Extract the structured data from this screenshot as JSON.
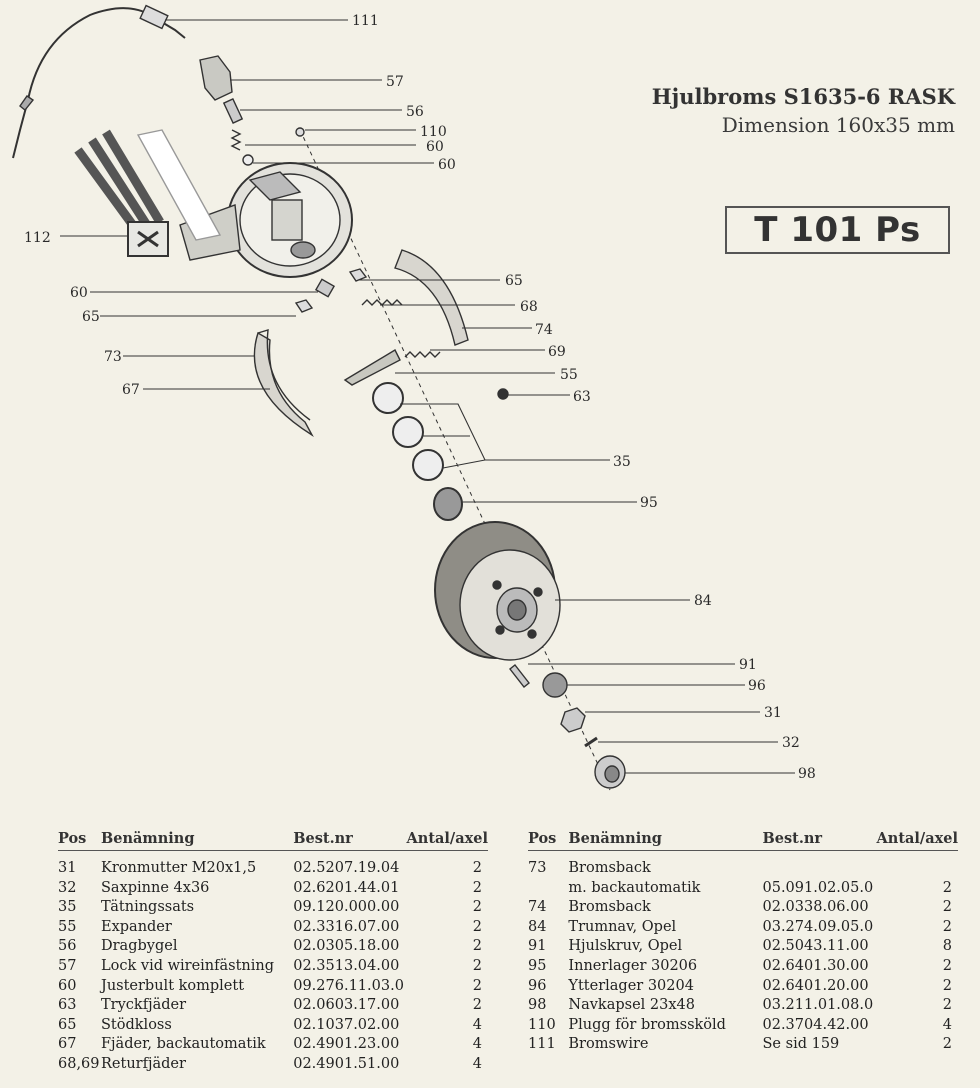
{
  "header": {
    "title": "Hjulbroms S1635-6 RASK",
    "subtitle": "Dimension 160x35 mm",
    "code": "T 101 Ps"
  },
  "diagram": {
    "callouts": {
      "c111": "111",
      "c57": "57",
      "c56": "56",
      "c110": "110",
      "c60a": "60",
      "c60b": "60",
      "c112": "112",
      "c65a": "65",
      "c60c": "60",
      "c68": "68",
      "c65b": "65",
      "c74": "74",
      "c73": "73",
      "c69": "69",
      "c55": "55",
      "c67": "67",
      "c63": "63",
      "c35": "35",
      "c95": "95",
      "c84": "84",
      "c91": "91",
      "c96": "96",
      "c31": "31",
      "c32": "32",
      "c98": "98"
    }
  },
  "parts_table": {
    "headers": {
      "pos": "Pos",
      "name": "Benämning",
      "nr": "Best.nr",
      "qty": "Antal/axel"
    },
    "left": [
      {
        "pos": "31",
        "name": "Kronmutter M20x1,5",
        "nr": "02.5207.19.04",
        "qty": "2"
      },
      {
        "pos": "32",
        "name": "Saxpinne 4x36",
        "nr": "02.6201.44.01",
        "qty": "2"
      },
      {
        "pos": "35",
        "name": "Tätningssats",
        "nr": "09.120.000.00",
        "qty": "2"
      },
      {
        "pos": "55",
        "name": "Expander",
        "nr": "02.3316.07.00",
        "qty": "2"
      },
      {
        "pos": "56",
        "name": "Dragbygel",
        "nr": "02.0305.18.00",
        "qty": "2"
      },
      {
        "pos": "57",
        "name": "Lock vid wireinfästning",
        "nr": "02.3513.04.00",
        "qty": "2"
      },
      {
        "pos": "60",
        "name": "Justerbult komplett",
        "nr": "09.276.11.03.0",
        "qty": "2"
      },
      {
        "pos": "63",
        "name": "Tryckfjäder",
        "nr": "02.0603.17.00",
        "qty": "2"
      },
      {
        "pos": "65",
        "name": "Stödkloss",
        "nr": "02.1037.02.00",
        "qty": "4"
      },
      {
        "pos": "67",
        "name": "Fjäder, backautomatik",
        "nr": "02.4901.23.00",
        "qty": "4"
      },
      {
        "pos": "68,69",
        "name": "Returfjäder",
        "nr": "02.4901.51.00",
        "qty": "4"
      }
    ],
    "right": [
      {
        "pos": "73",
        "name": "Bromsback",
        "nr": "",
        "qty": ""
      },
      {
        "pos": "",
        "name": "m. backautomatik",
        "nr": "05.091.02.05.0",
        "qty": "2"
      },
      {
        "pos": "74",
        "name": "Bromsback",
        "nr": "02.0338.06.00",
        "qty": "2"
      },
      {
        "pos": "84",
        "name": "Trumnav, Opel",
        "nr": "03.274.09.05.0",
        "qty": "2"
      },
      {
        "pos": "91",
        "name": "Hjulskruv, Opel",
        "nr": "02.5043.11.00",
        "qty": "8"
      },
      {
        "pos": "95",
        "name": "Innerlager 30206",
        "nr": "02.6401.30.00",
        "qty": "2"
      },
      {
        "pos": "96",
        "name": "Ytterlager 30204",
        "nr": "02.6401.20.00",
        "qty": "2"
      },
      {
        "pos": "98",
        "name": "Navkapsel 23x48",
        "nr": "03.211.01.08.0",
        "qty": "2"
      },
      {
        "pos": "110",
        "name": "Plugg för bromssköld",
        "nr": "02.3704.42.00",
        "qty": "4"
      },
      {
        "pos": "111",
        "name": "Bromswire",
        "nr": "Se sid 159",
        "qty": "2"
      }
    ]
  }
}
